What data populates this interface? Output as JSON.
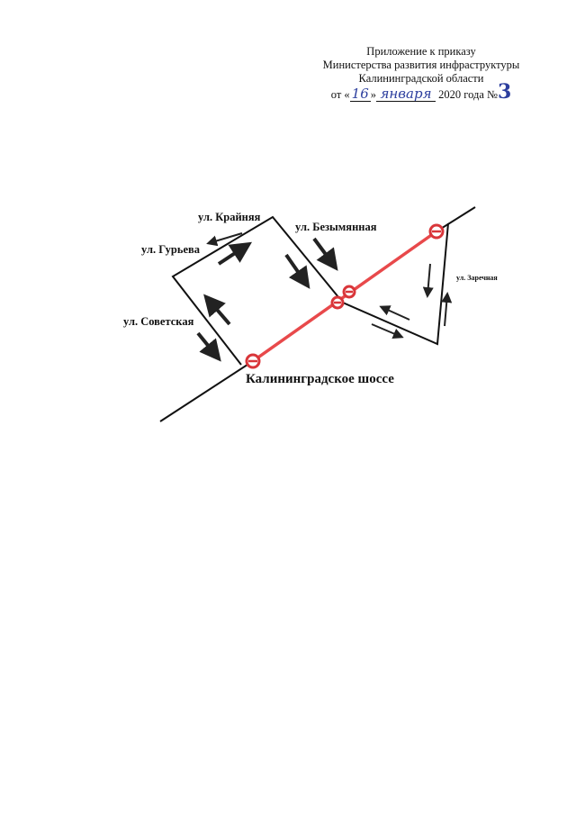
{
  "header": {
    "line1": "Приложение к приказу",
    "line2": "Министерства развития инфраструктуры",
    "line3": "Калининградской области",
    "date_prefix": "от «",
    "day": "16",
    "date_mid": "»",
    "month": "января",
    "date_suffix": " 2020 года №",
    "number": "3"
  },
  "map": {
    "streets": {
      "krainyaya": "ул. Крайняя",
      "bezymyannaya": "ул. Безымянная",
      "guryeva": "ул. Гурьева",
      "sovetskaya": "ул. Советская",
      "zarechnaya": "ул. Заречная",
      "highway": "Калининградское шоссе"
    },
    "colors": {
      "road": "#111111",
      "closed_segment": "#e8494b",
      "barrier": "#d9363a"
    },
    "icons": [
      "barrier-icon",
      "direction-arrow-icon"
    ]
  }
}
